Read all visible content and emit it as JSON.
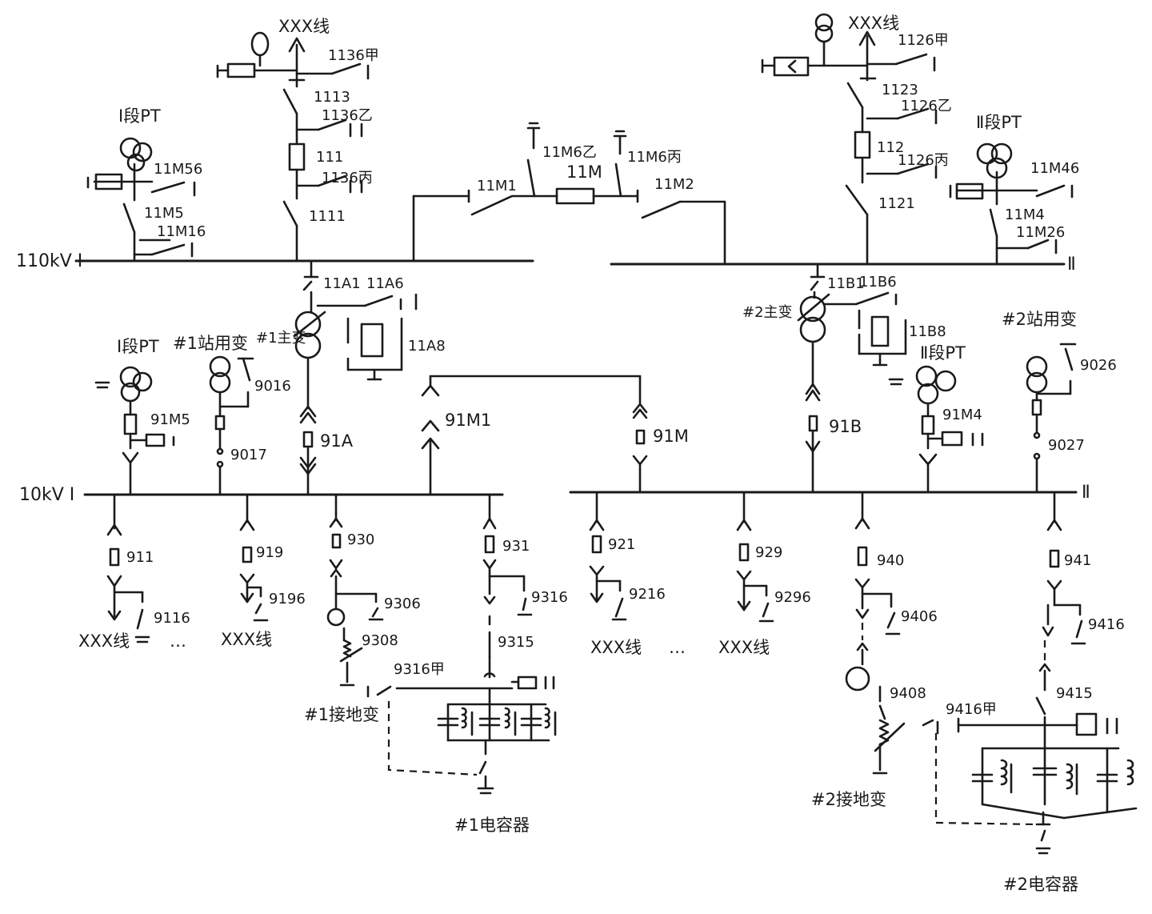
{
  "buses": {
    "hv_left": "110kV Ⅰ",
    "hv_right": "Ⅱ",
    "lv_left": "10kV Ⅰ",
    "lv_right": "Ⅱ"
  },
  "hv": {
    "line1_name": "XXX线",
    "line1_sw": [
      "1136甲",
      "1113",
      "1136乙",
      "111",
      "1136丙",
      "1111"
    ],
    "line2_name": "XXX线",
    "line2_sw": [
      "1126甲",
      "1123",
      "1126乙",
      "112",
      "1126丙",
      "1121"
    ],
    "pt1_name": "Ⅰ段PT",
    "pt1_sw": [
      "11M56",
      "11M5",
      "11M16"
    ],
    "pt2_name": "Ⅱ段PT",
    "pt2_sw": [
      "11M46",
      "11M4",
      "11M26"
    ],
    "tie_sw": [
      "11M1",
      "11M6乙",
      "11M",
      "11M6丙",
      "11M2"
    ]
  },
  "t1": {
    "name": "#1主变",
    "sw": [
      "11A1",
      "11A6",
      "11A8",
      "91A"
    ]
  },
  "t2": {
    "name": "#2主变",
    "sw": [
      "11B1",
      "11B6",
      "11B8",
      "91B"
    ]
  },
  "lv": {
    "pt1_name": "Ⅰ段PT",
    "pt1_sw": "91M5",
    "st1_name": "#1站用变",
    "st1_sw": [
      "9016",
      "9017"
    ],
    "pt2_name": "Ⅱ段PT",
    "pt2_sw": "91M4",
    "st2_name": "#2站用变",
    "st2_sw": [
      "9026",
      "9027"
    ],
    "tie_sw": [
      "91M1",
      "91M"
    ]
  },
  "feeders_left": [
    {
      "sw": "911",
      "gnd": "9116",
      "name": "XXX线"
    },
    {
      "sw": "919",
      "gnd": "9196",
      "name": "XXX线"
    }
  ],
  "feeders_right": [
    {
      "sw": "921",
      "gnd": "9216",
      "name": "XXX线"
    },
    {
      "sw": "929",
      "gnd": "9296",
      "name": "XXX线"
    }
  ],
  "ellipsis": "…",
  "ellipsis2": "…",
  "gt1": {
    "name": "#1接地变",
    "sw": [
      "930",
      "9306",
      "9308"
    ]
  },
  "cap1": {
    "name": "#1电容器",
    "sw": [
      "931",
      "9316",
      "9315",
      "9316甲"
    ]
  },
  "gt2": {
    "name": "#2接地变",
    "sw": [
      "940",
      "9406",
      "9408"
    ]
  },
  "cap2": {
    "name": "#2电容器",
    "sw": [
      "941",
      "9416",
      "9415",
      "9416甲"
    ]
  }
}
